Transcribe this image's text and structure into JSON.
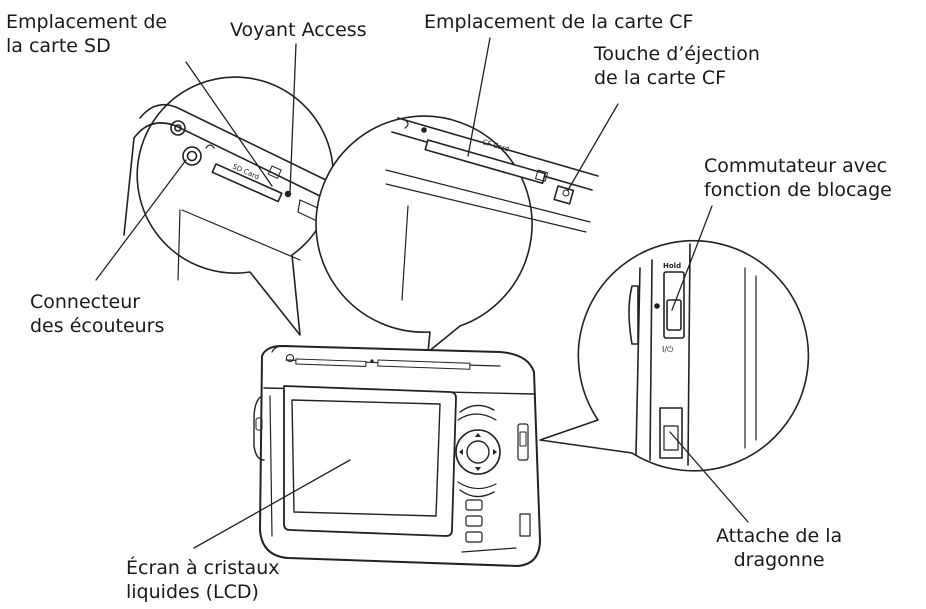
{
  "labels": {
    "sd_slot": [
      "Emplacement de",
      "la carte SD"
    ],
    "access_light": "Voyant Access",
    "cf_slot": "Emplacement de la carte CF",
    "cf_eject": [
      "Touche d’éjection",
      "de la carte CF"
    ],
    "hold_switch": [
      "Commutateur avec",
      "fonction de blocage"
    ],
    "headphone": [
      "Connecteur",
      "des écouteurs"
    ],
    "lcd": [
      "Écran à cristaux",
      "liquides (LCD)"
    ],
    "strap": [
      "Attache de la",
      "dragonne"
    ]
  },
  "device_marks": {
    "sd_card": "SD Card",
    "cf_card": "CF Card",
    "hold": "Hold",
    "power": "I/⏻"
  }
}
